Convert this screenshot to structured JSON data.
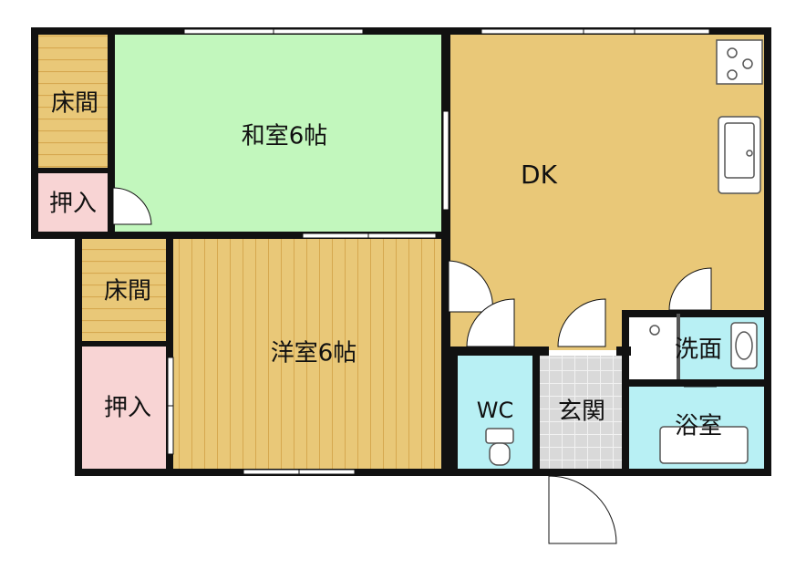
{
  "rooms": {
    "washitsu": {
      "label": "和室6帖",
      "color": "#c2f7bd"
    },
    "dk": {
      "label": "DK",
      "color": "#e9c878"
    },
    "youshitsu": {
      "label": "洋室6帖",
      "color": "#e9c878"
    },
    "tokonoma_top": {
      "label": "床間",
      "color": "#e9c878"
    },
    "oshiire_top": {
      "label": "押入",
      "color": "#f8d4d4"
    },
    "tokonoma_mid": {
      "label": "床間",
      "color": "#e9c878"
    },
    "oshiire_bottom": {
      "label": "押入",
      "color": "#f8d4d4"
    },
    "wc": {
      "label": "WC",
      "color": "#b8f0f4"
    },
    "genkan": {
      "label": "玄関",
      "color": "#d8d8d8"
    },
    "senmen": {
      "label": "洗面",
      "color": "#b8f0f4"
    },
    "yokushitsu": {
      "label": "浴室",
      "color": "#b8f0f4"
    }
  },
  "colors": {
    "wall": "#111111",
    "window": "#ffffff"
  }
}
